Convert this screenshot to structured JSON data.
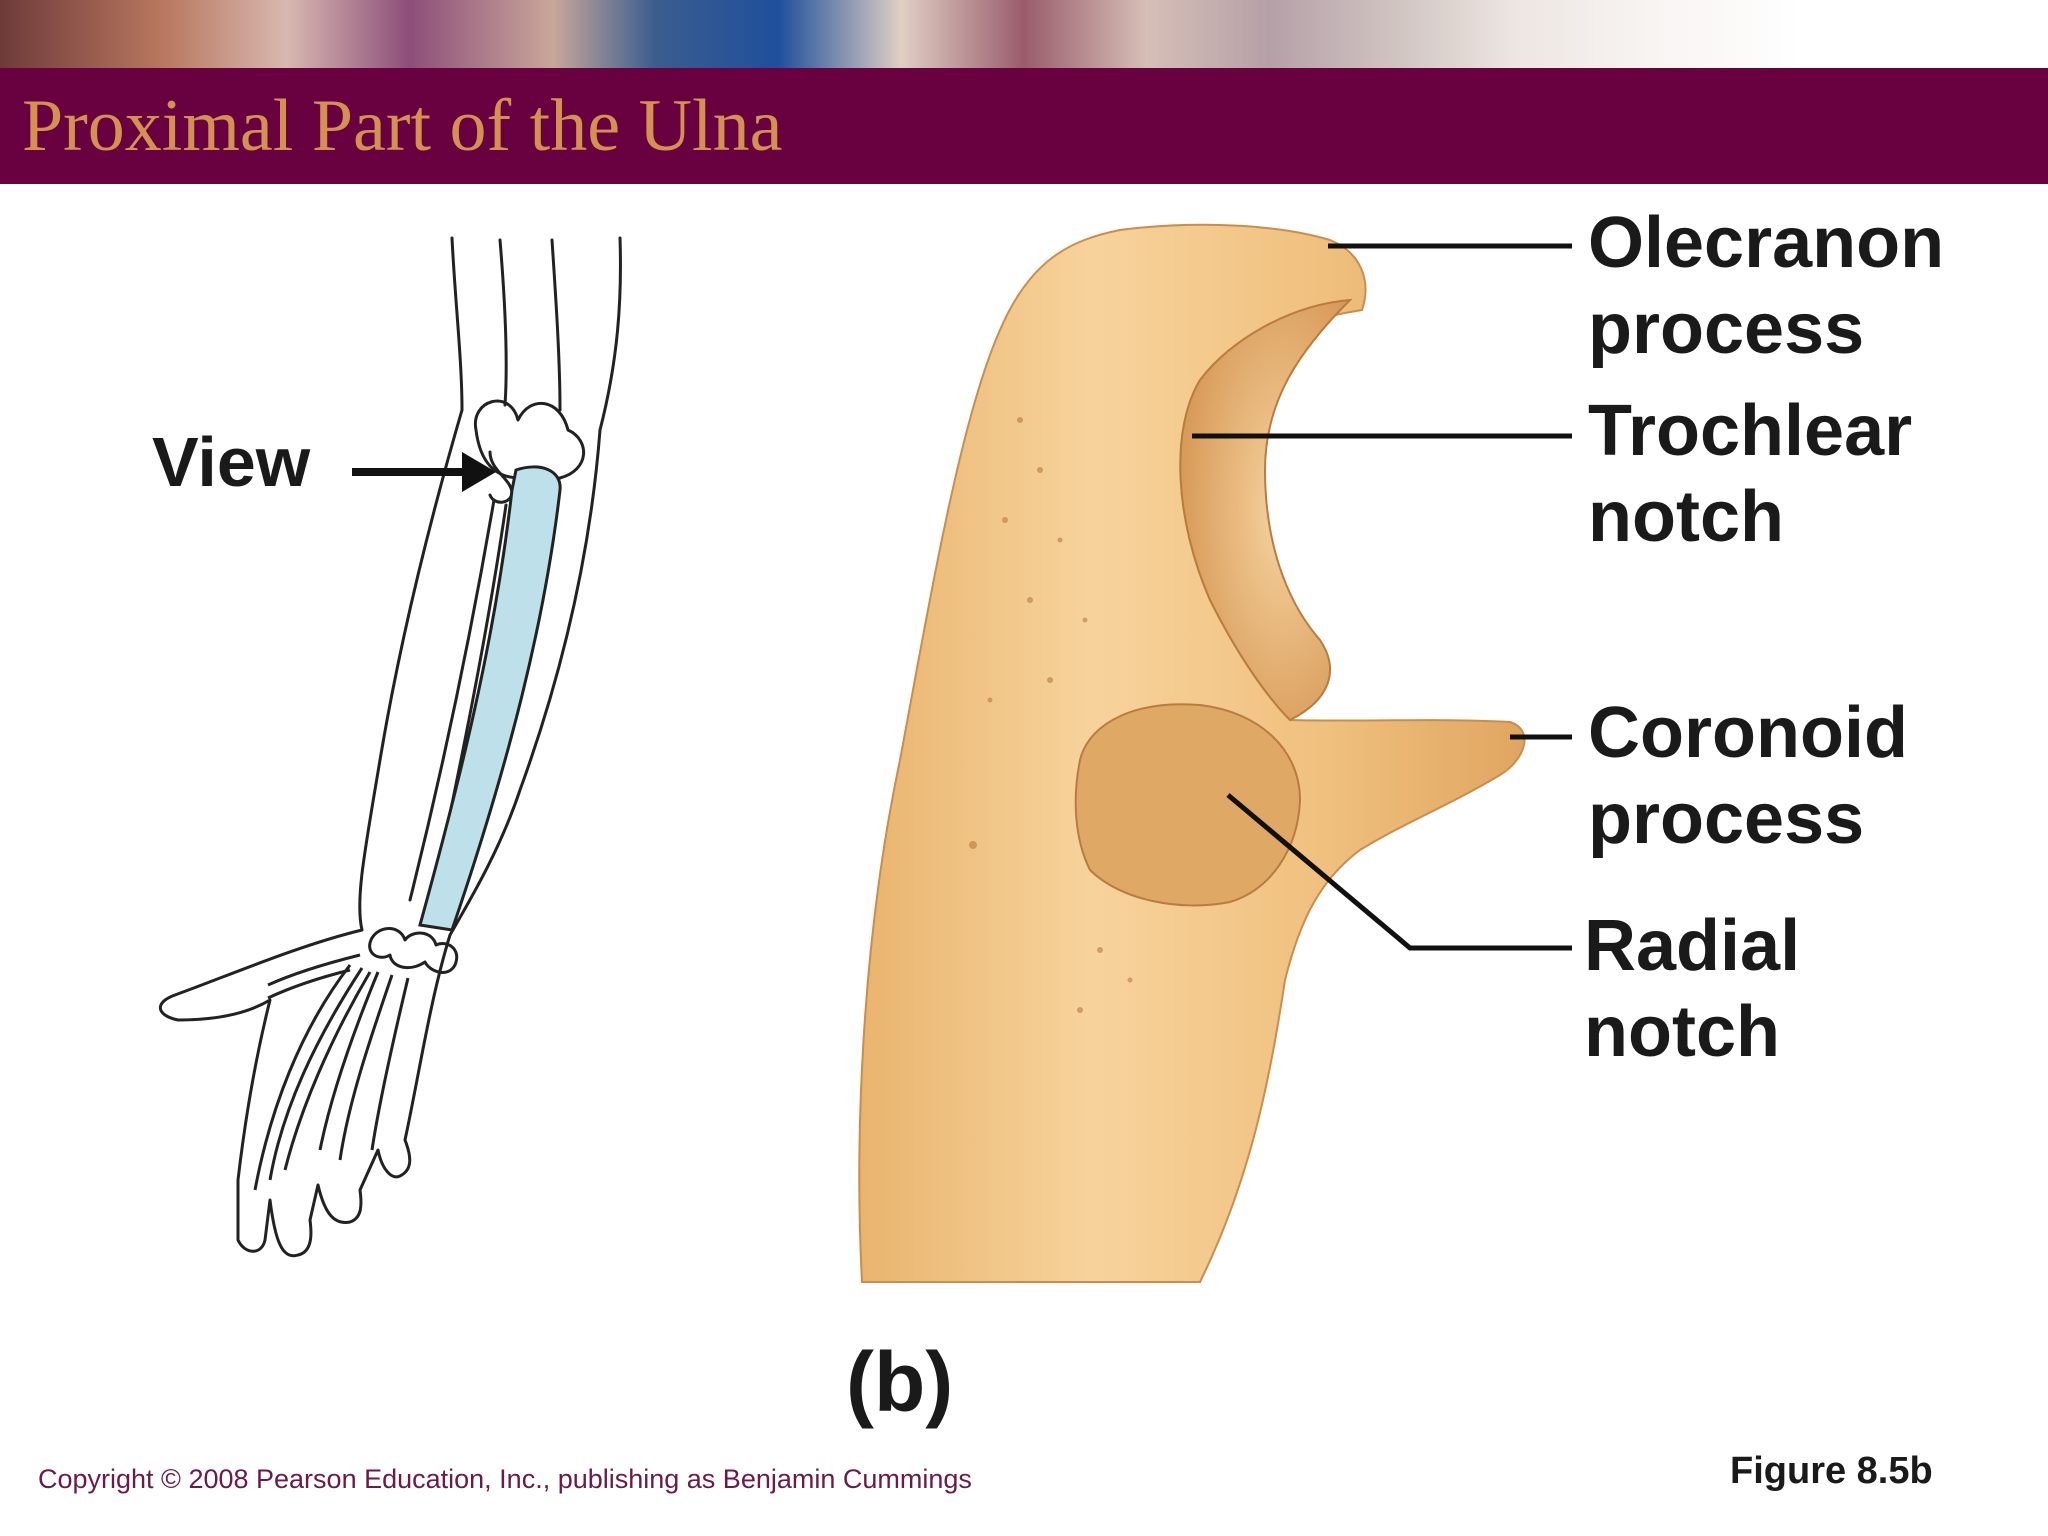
{
  "slide": {
    "title": "Proximal Part of the Ulna",
    "view_label": "View",
    "labels": {
      "olecranon_1": "Olecranon",
      "olecranon_2": "process",
      "trochlear_1": "Trochlear",
      "trochlear_2": "notch",
      "coronoid_1": "Coronoid",
      "coronoid_2": "process",
      "radial_1": "Radial",
      "radial_2": "notch"
    },
    "panel_label": "(b)",
    "copyright": "Copyright © 2008 Pearson Education, Inc., publishing as Benjamin Cummings",
    "figure_label": "Figure 8.5b"
  },
  "colors": {
    "title_bar": "#690040",
    "title_text": "#d39252",
    "bone": "#f2c282",
    "ulna_highlight": "#bde0ea"
  }
}
